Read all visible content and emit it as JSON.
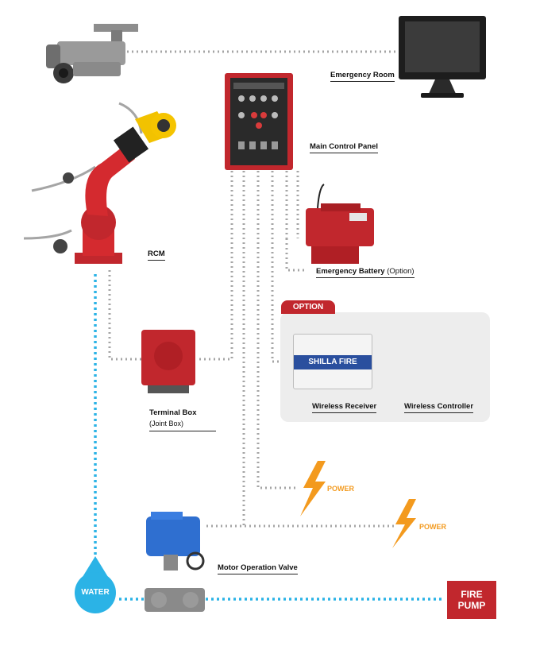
{
  "labels": {
    "emergency_room": "Emergency Room",
    "main_control_panel": "Main Control Panel",
    "emergency_battery": "Emergency Battery",
    "emergency_battery_note": "(Option)",
    "rcm": "RCM",
    "option": "OPTION",
    "shilla_fire": "SHILLA FIRE",
    "wireless_receiver": "Wireless Receiver",
    "wireless_controller": "Wireless Controller",
    "terminal_box": "Terminal Box",
    "terminal_box_sub": "(Joint Box)",
    "power_1": "POWER",
    "power_2": "POWER",
    "motor_operation_valve": "Motor Operation Valve",
    "water": "WATER",
    "fire_pump": "FIRE PUMP"
  },
  "colors": {
    "red": "#c1272d",
    "blue_line": "#2bb3e6",
    "grey_line": "#a5a5a5",
    "power_orange": "#f39a1e",
    "valve_blue": "#2f6fd0",
    "panel_dark": "#2a2a2a"
  }
}
